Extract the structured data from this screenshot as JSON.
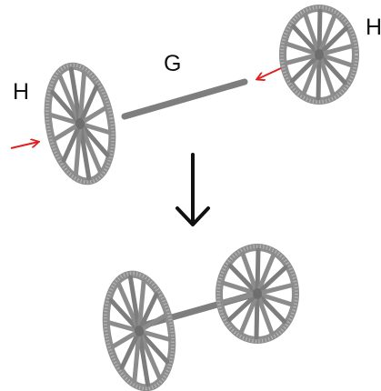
{
  "labels": {
    "axle": "G",
    "wheel_left": "H",
    "wheel_right": "H"
  },
  "colors": {
    "wheel": "#8f8f8f",
    "wheel_dark": "#6e6e6e",
    "axle": "#7a7a7a",
    "push_arrow": "#e02020",
    "step_arrow": "#111111"
  },
  "icons": {
    "step": "arrow-down-icon",
    "push": "arrow-right-icon"
  }
}
